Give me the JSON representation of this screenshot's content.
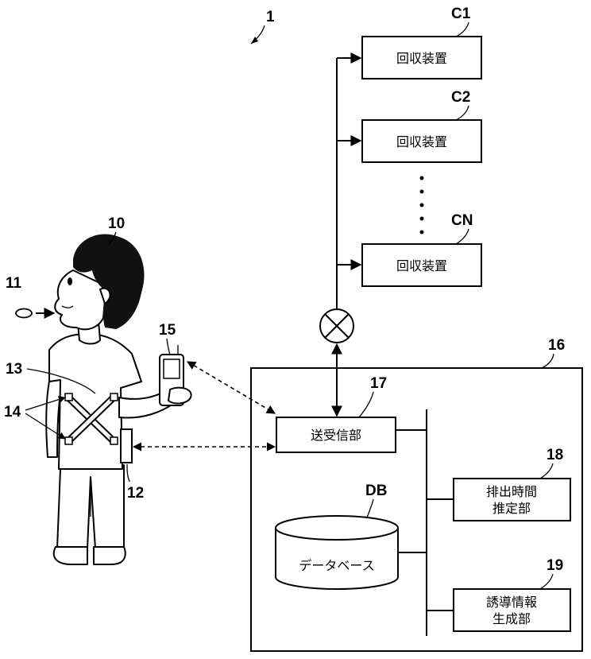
{
  "figure": {
    "system_ref": "1",
    "collectors": [
      {
        "ref": "C1",
        "label": "回収装置"
      },
      {
        "ref": "C2",
        "label": "回収装置"
      },
      {
        "ref": "CN",
        "label": "回収装置"
      }
    ],
    "person_ref": "10",
    "pill_ref": "11",
    "sensor_unit_ref": "12",
    "belt_ref": "13",
    "electrodes_ref": "14",
    "phone_ref": "15",
    "server": {
      "ref": "16",
      "transceiver": {
        "ref": "17",
        "label": "送受信部"
      },
      "estimator": {
        "ref": "18",
        "line1": "排出時間",
        "line2": "推定部"
      },
      "guidance": {
        "ref": "19",
        "line1": "誘導情報",
        "line2": "生成部"
      },
      "database": {
        "ref": "DB",
        "label": "データベース"
      }
    }
  }
}
